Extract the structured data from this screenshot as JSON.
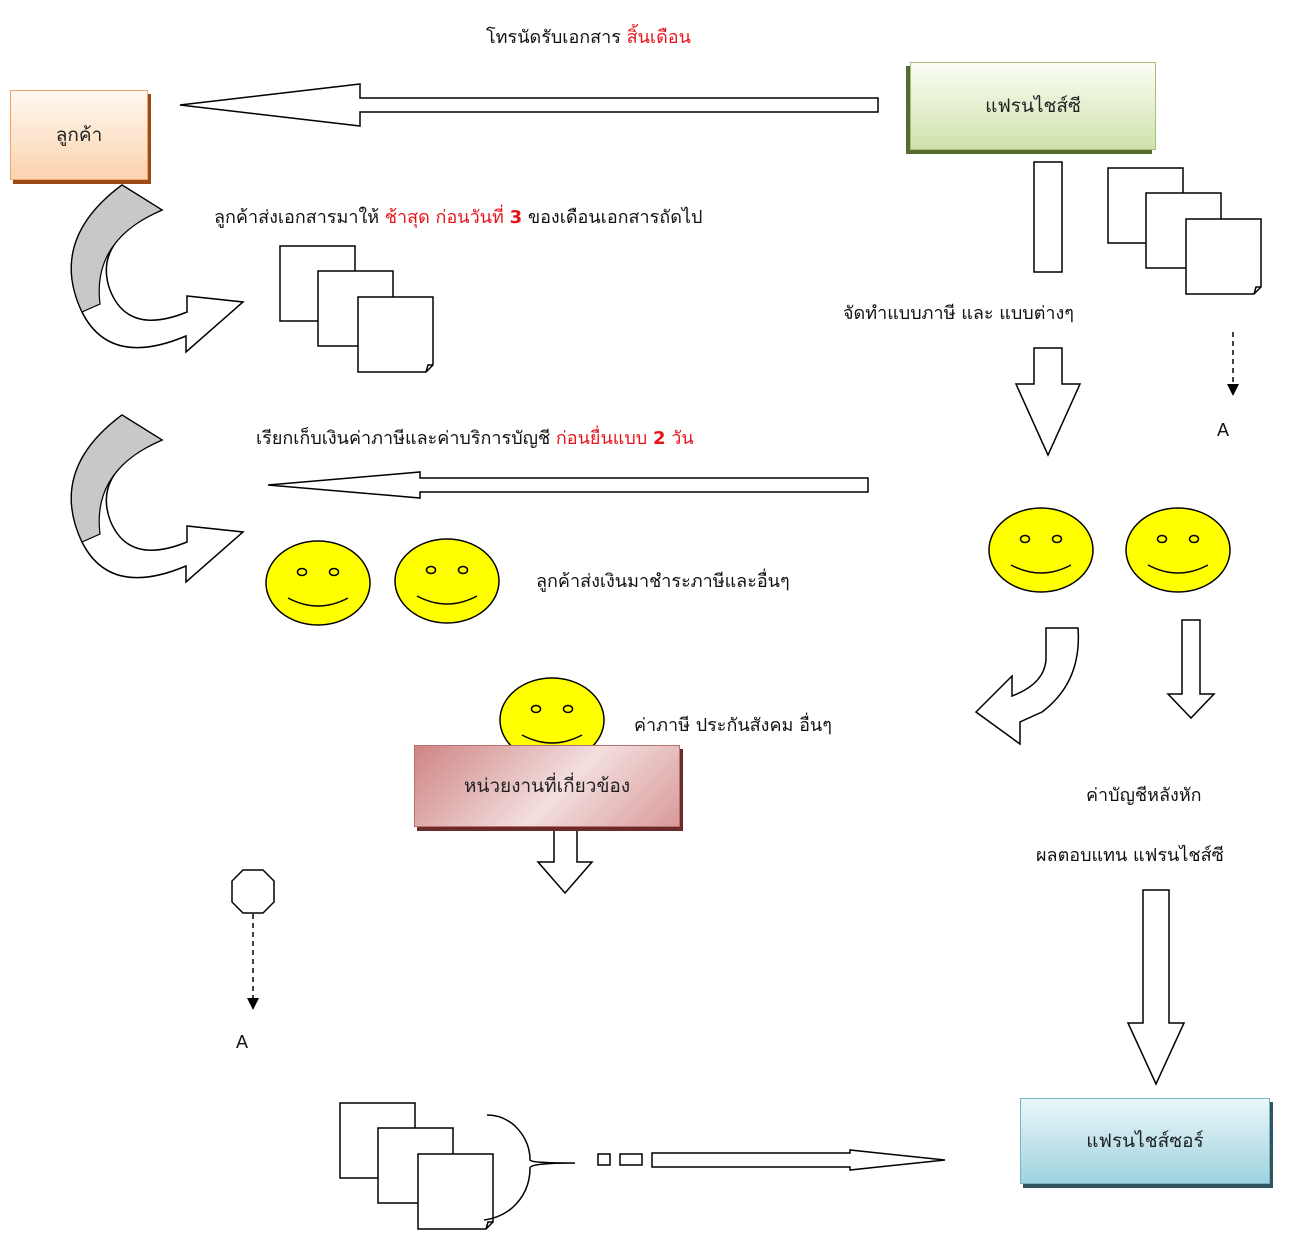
{
  "boxes": {
    "customer": "ลูกค้า",
    "franchisee": "แฟรนไชส์ซี",
    "agencies": "หน่วยงานที่เกี่ยวข้อง",
    "franchisor": "แฟรนไชส์ซอร์"
  },
  "labels": {
    "call_docs_pre": "โทรนัดรับเอกสาร ",
    "call_docs_red": "สิ้นเดือน",
    "send_docs_pre": "ลูกค้าส่งเอกสารมาให้ ",
    "send_docs_red_1": "ช้าสุด ก่อนวันที่ ",
    "send_docs_red_num": "3",
    "send_docs_post": " ของเดือนเอกสารถัดไป",
    "prepare_forms": "จัดทำแบบภาษี และ แบบต่างๆ",
    "collect_pre": "เรียกเก็บเงินค่าภาษีและค่าบริการบัญชี ",
    "collect_red": "ก่อนยื่นแบบ ",
    "collect_red_num": "2",
    "collect_red_post": " วัน",
    "customer_pays": "ลูกค้าส่งเงินมาชำระภาษีและอื่นๆ",
    "tax_social": "ค่าภาษี ประกันสังคม อื่นๆ",
    "fee_line1": "ค่าบัญชีหลังหัก",
    "fee_line2": "ผลตอบแทน แฟรนไชส์ซี",
    "connector_a_top": "A",
    "connector_a_bottom": "A"
  },
  "colors": {
    "accent_red": "#e8141c",
    "smiley_fill": "#ffff00",
    "curved_arrow_gray": "#c8c8c8"
  }
}
